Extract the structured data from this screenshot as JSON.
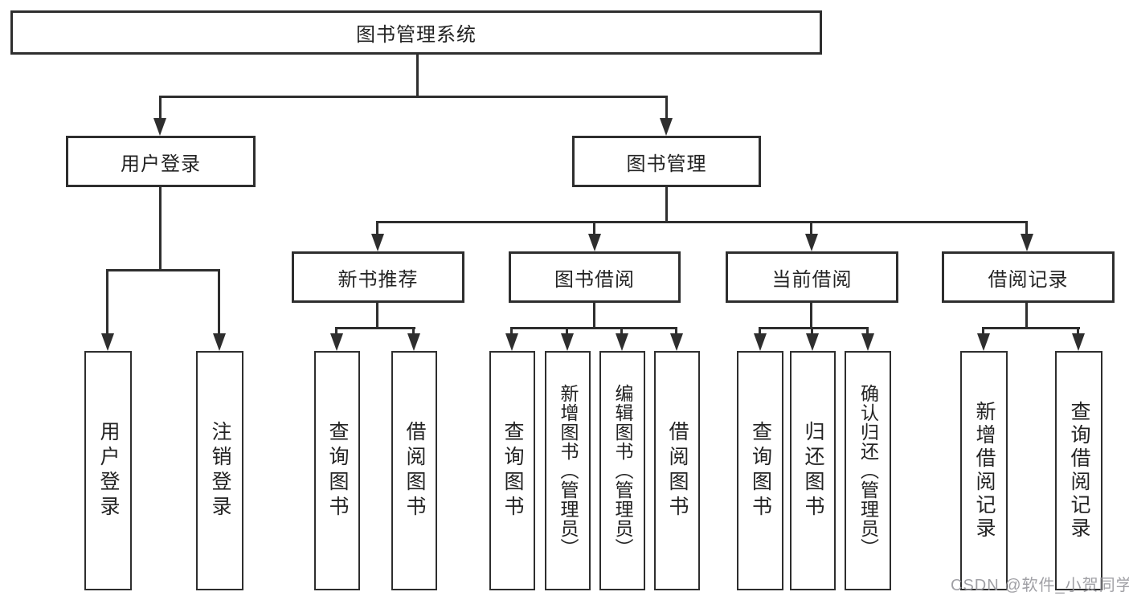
{
  "tree": {
    "label": "图书管理系统",
    "children": [
      {
        "label": "用户登录",
        "children": [
          {
            "label": "用户登录"
          },
          {
            "label": "注销登录"
          }
        ]
      },
      {
        "label": "图书管理",
        "children": [
          {
            "label": "新书推荐",
            "children": [
              {
                "label": "查询图书"
              },
              {
                "label": "借阅图书"
              }
            ]
          },
          {
            "label": "图书借阅",
            "children": [
              {
                "label": "查询图书"
              },
              {
                "label": "新增图书（管理员）"
              },
              {
                "label": "编辑图书（管理员）"
              },
              {
                "label": "借阅图书"
              }
            ]
          },
          {
            "label": "当前借阅",
            "children": [
              {
                "label": "查询图书"
              },
              {
                "label": "归还图书"
              },
              {
                "label": "确认归还（管理员）"
              }
            ]
          },
          {
            "label": "借阅记录",
            "children": [
              {
                "label": "新增借阅记录"
              },
              {
                "label": "查询借阅记录"
              }
            ]
          }
        ]
      }
    ]
  },
  "watermark": {
    "text": "CSDN @软件_小贺同学"
  },
  "colors": {
    "line": "#2e2e2e",
    "box_border": "#2e2e2e",
    "text": "#232323",
    "background": "#ffffff",
    "watermark": "#9a9aa0"
  }
}
